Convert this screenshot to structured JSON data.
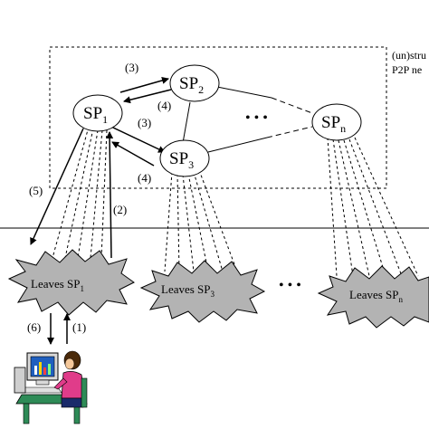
{
  "region": {
    "label_line1": "(un)stru",
    "label_line2": "P2P ne"
  },
  "super_peers": [
    {
      "id": "sp1",
      "base": "SP",
      "sub": "1"
    },
    {
      "id": "sp2",
      "base": "SP",
      "sub": "2"
    },
    {
      "id": "sp3",
      "base": "SP",
      "sub": "3"
    },
    {
      "id": "spn",
      "base": "SP",
      "sub": "n"
    }
  ],
  "ellipsis": "• • •",
  "leaves": [
    {
      "id": "leaves1",
      "base": "Leaves SP",
      "sub": "1"
    },
    {
      "id": "leaves3",
      "base": "Leaves SP",
      "sub": "3"
    },
    {
      "id": "leavesn",
      "base": "Leaves SP",
      "sub": "n"
    }
  ],
  "leaves_ellipsis": "• • •",
  "edge_labels": {
    "e3_top": "(3)",
    "e4_top": "(4)",
    "e3_mid": "(3)",
    "e4_mid": "(4)",
    "e5": "(5)",
    "e2": "(2)",
    "e6": "(6)",
    "e1": "(1)"
  },
  "user": {
    "icon": "user-at-computer-icon"
  }
}
